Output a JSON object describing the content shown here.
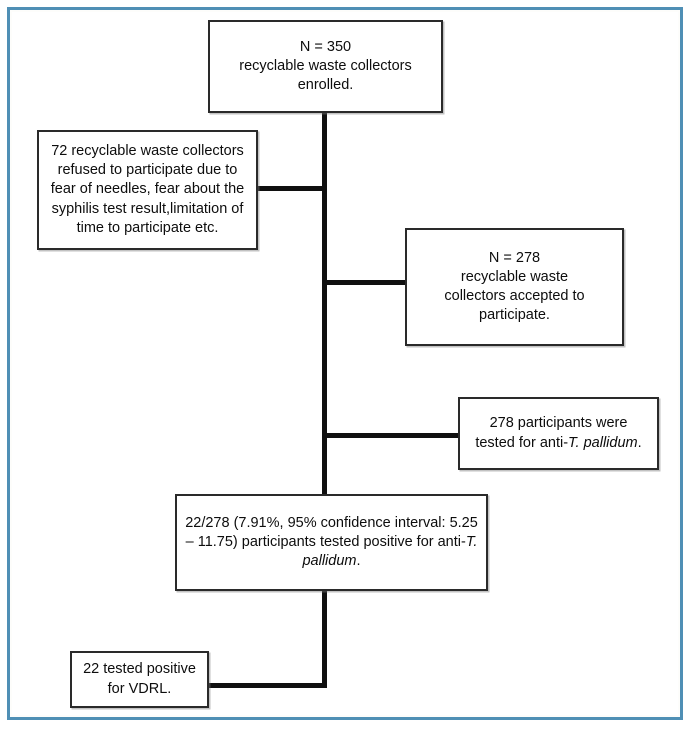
{
  "figure": {
    "type": "flowchart",
    "title": "Study participant flow diagram",
    "frame_color": "#4f8fb5",
    "box_border_color": "#2a2a2a",
    "connector_color": "#101010",
    "background": "#ffffff"
  },
  "nodes": {
    "enrolled": {
      "id": "enrolled",
      "line1": "N = 350",
      "line2": "recyclable waste collectors",
      "line3": "enrolled.",
      "text": "N = 350\nrecyclable waste collectors\nenrolled."
    },
    "refused": {
      "id": "refused",
      "text": "72 recyclable waste collectors refused to participate due to fear of needles, fear about the syphilis test result,limitation of time to participate etc."
    },
    "accepted": {
      "id": "accepted",
      "line1": "N = 278",
      "line2": "recyclable waste",
      "line3": "collectors accepted to",
      "line4": "participate.",
      "text": "N = 278\nrecyclable waste\ncollectors accepted to\nparticipate."
    },
    "tested": {
      "id": "tested",
      "prefix": "278 participants were tested  for anti-",
      "italic": "T. pallidum",
      "suffix": "."
    },
    "positive": {
      "id": "positive",
      "prefix": "22/278 (7.91%, 95% confidence interval: 5.25 – 11.75) participants tested positive for anti-",
      "italic": "T. pallidum",
      "suffix": "."
    },
    "vdrl": {
      "id": "vdrl",
      "line1": "22 tested positive",
      "line2": "for VDRL.",
      "text": "22 tested positive\nfor VDRL."
    }
  },
  "chart_data": {
    "type": "diagram",
    "title": "Participant flow",
    "steps": [
      {
        "label": "Enrolled",
        "n": 350
      },
      {
        "label": "Refused to participate",
        "n": 72
      },
      {
        "label": "Accepted to participate",
        "n": 278
      },
      {
        "label": "Tested for anti-T. pallidum",
        "n": 278
      },
      {
        "label": "Positive for anti-T. pallidum",
        "n": 22,
        "percent": 7.91,
        "ci_level": 95,
        "ci_low": 5.25,
        "ci_high": 11.75
      },
      {
        "label": "Tested positive for VDRL",
        "n": 22
      }
    ]
  }
}
